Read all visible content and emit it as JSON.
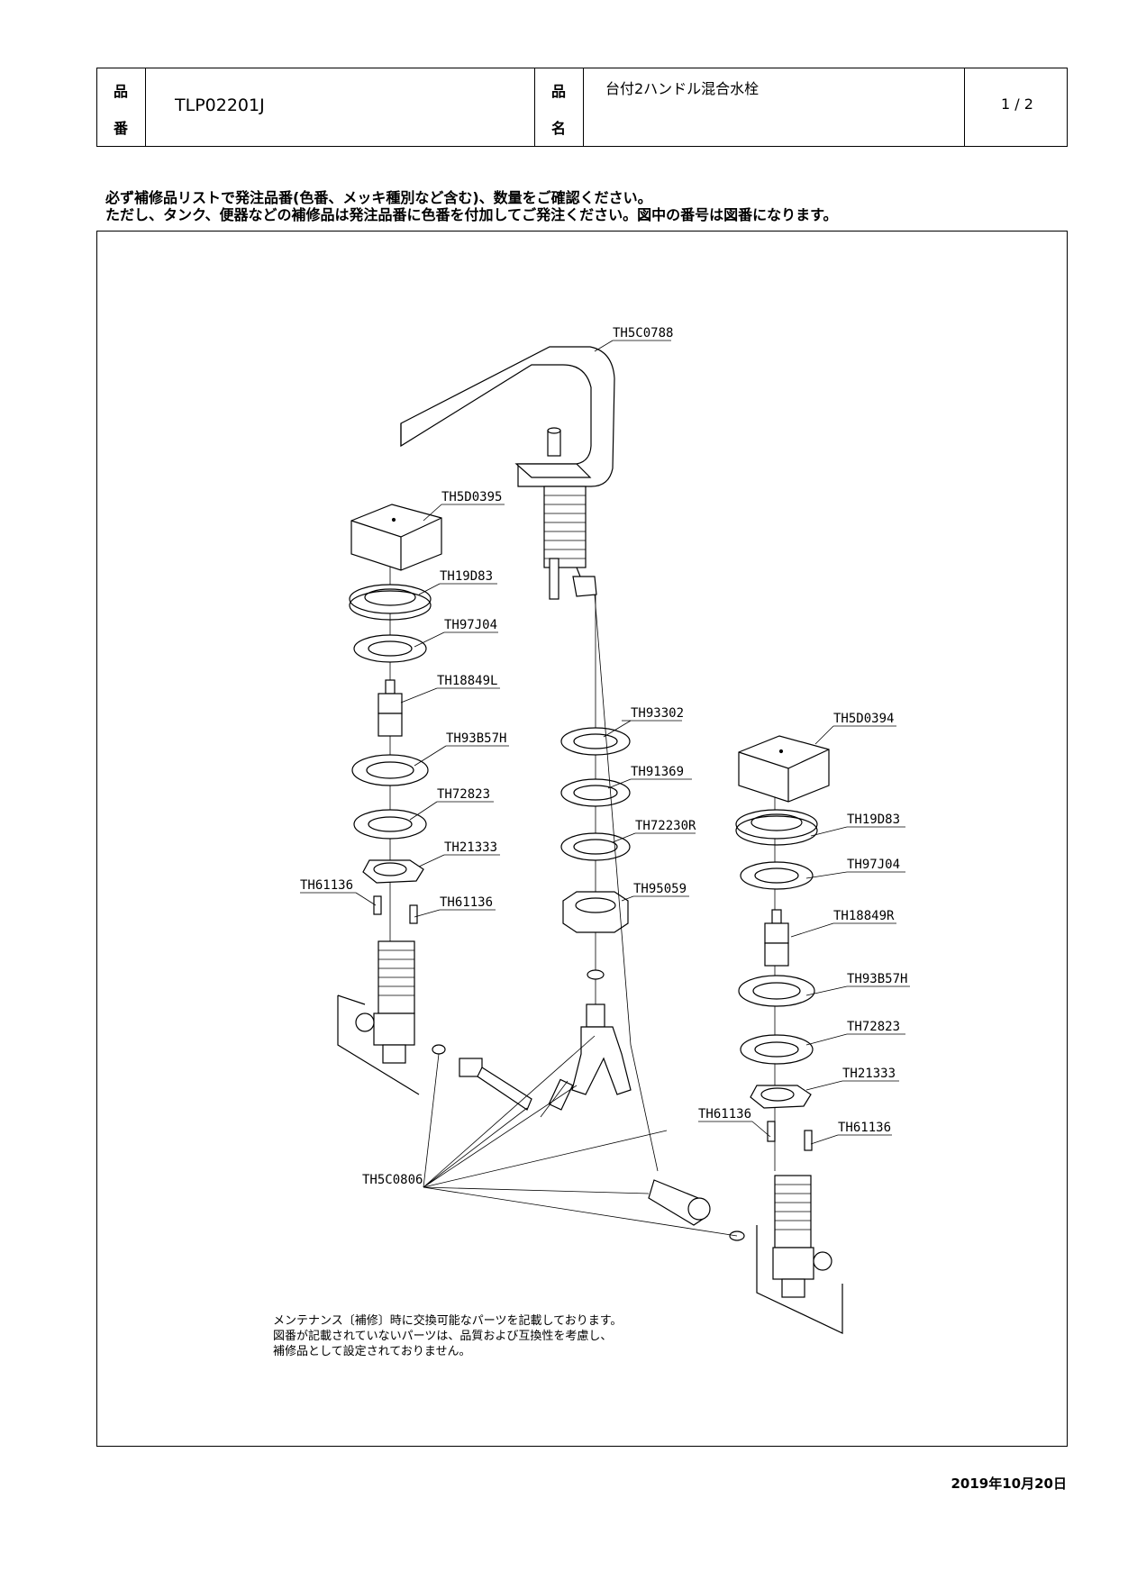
{
  "header": {
    "part_no_label_1": "品",
    "part_no_label_2": "番",
    "part_no": "TLP02201J",
    "name_label_1": "品",
    "name_label_2": "名",
    "name": "台付2ハンドル混合水栓",
    "page": "1 / 2"
  },
  "instructions": {
    "line1": "必ず補修品リストで発注品番(色番、メッキ種別など含む)、数量をご確認ください。",
    "line2": "ただし、タンク、便器などの補修品は発注品番に色番を付加してご発注ください。図中の番号は図番になります。"
  },
  "parts": {
    "spout": "TH5C0788",
    "handle_left": "TH5D0395",
    "cap_left": "TH19D83",
    "washer_left": "TH97J04",
    "cartridge_left": "TH18849L",
    "ring_left": "TH93B57H",
    "gasket_left": "TH72823",
    "bracket_left": "TH21333",
    "screw_left_a": "TH61136",
    "screw_left_b": "TH61136",
    "c_ring1": "TH93302",
    "c_ring2": "TH91369",
    "c_ring3": "TH72230R",
    "c_nut": "TH95059",
    "hose_set": "TH5C0806",
    "handle_right": "TH5D0394",
    "cap_right": "TH19D83",
    "washer_right": "TH97J04",
    "cartridge_right": "TH18849R",
    "ring_right": "TH93B57H",
    "gasket_right": "TH72823",
    "bracket_right": "TH21333",
    "screw_right_a": "TH61136",
    "screw_right_b": "TH61136"
  },
  "footnote": {
    "line1": "メンテナンス〔補修〕時に交換可能なパーツを記載しております。",
    "line2": "図番が記載されていないパーツは、品質および互換性を考慮し、",
    "line3": "補修品として設定されておりません。"
  },
  "date": "2019年10月20日"
}
